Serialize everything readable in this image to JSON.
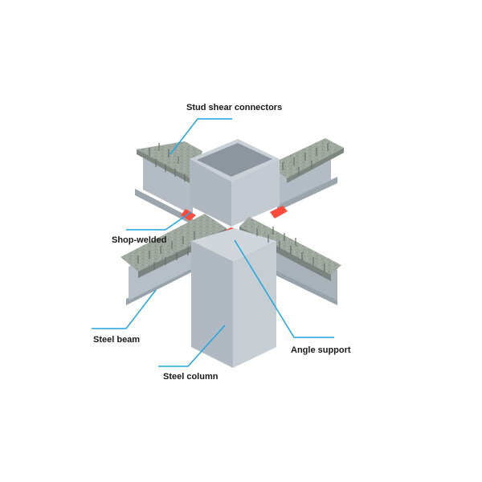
{
  "labels": {
    "stud_shear_connectors": "Stud shear connectors",
    "shop_welded": "Shop-welded",
    "steel_beam": "Steel beam",
    "angle_support": "Angle support",
    "steel_column": "Steel column"
  },
  "colors": {
    "leader_line": "#1ea7e1",
    "steel": "#a7b1ba",
    "concrete": "#9aa49a",
    "weld": "#ff4b3e"
  }
}
